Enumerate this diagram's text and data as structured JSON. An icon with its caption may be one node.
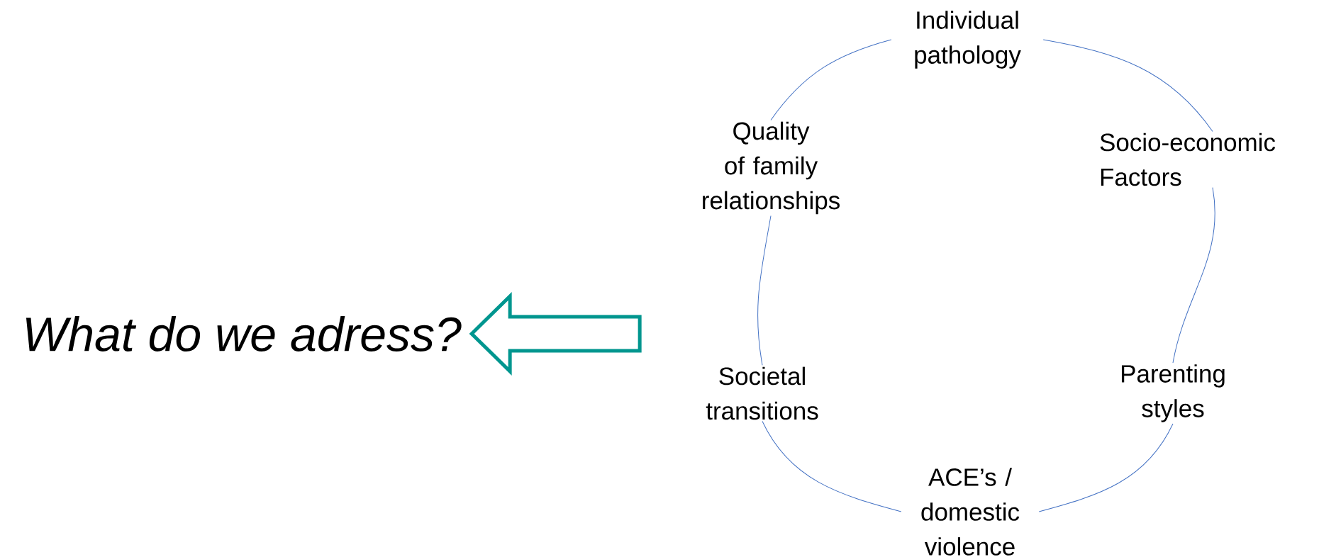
{
  "diagram": {
    "nodes": [
      {
        "text": [
          "Individual pathology"
        ]
      },
      {
        "text": [
          "Socio-economic Factors"
        ]
      },
      {
        "text": [
          "Parenting styles"
        ]
      },
      {
        "text": [
          "ACE’s / domestic violence"
        ]
      },
      {
        "text": [
          "Societal transitions"
        ]
      },
      {
        "text": [
          "Quality of family relationships"
        ]
      },
      {
        "text": [
          "What do we adress?"
        ]
      }
    ],
    "edges": [
      {
        "from": 0,
        "to": 1,
        "arrow": "none",
        "color": "#4472c4"
      },
      {
        "from": 1,
        "to": 2,
        "arrow": "none",
        "color": "#4472c4"
      },
      {
        "from": 2,
        "to": 3,
        "arrow": "none",
        "color": "#4472c4"
      },
      {
        "from": 3,
        "to": 4,
        "arrow": "none",
        "color": "#4472c4"
      },
      {
        "from": 4,
        "to": 5,
        "arrow": "none",
        "color": "#4472c4"
      },
      {
        "from": 5,
        "to": 0,
        "arrow": "none",
        "color": "#4472c4"
      },
      {
        "from": null,
        "to": 6,
        "arrow": "to",
        "style": "thick",
        "color": "#00968f"
      }
    ]
  }
}
